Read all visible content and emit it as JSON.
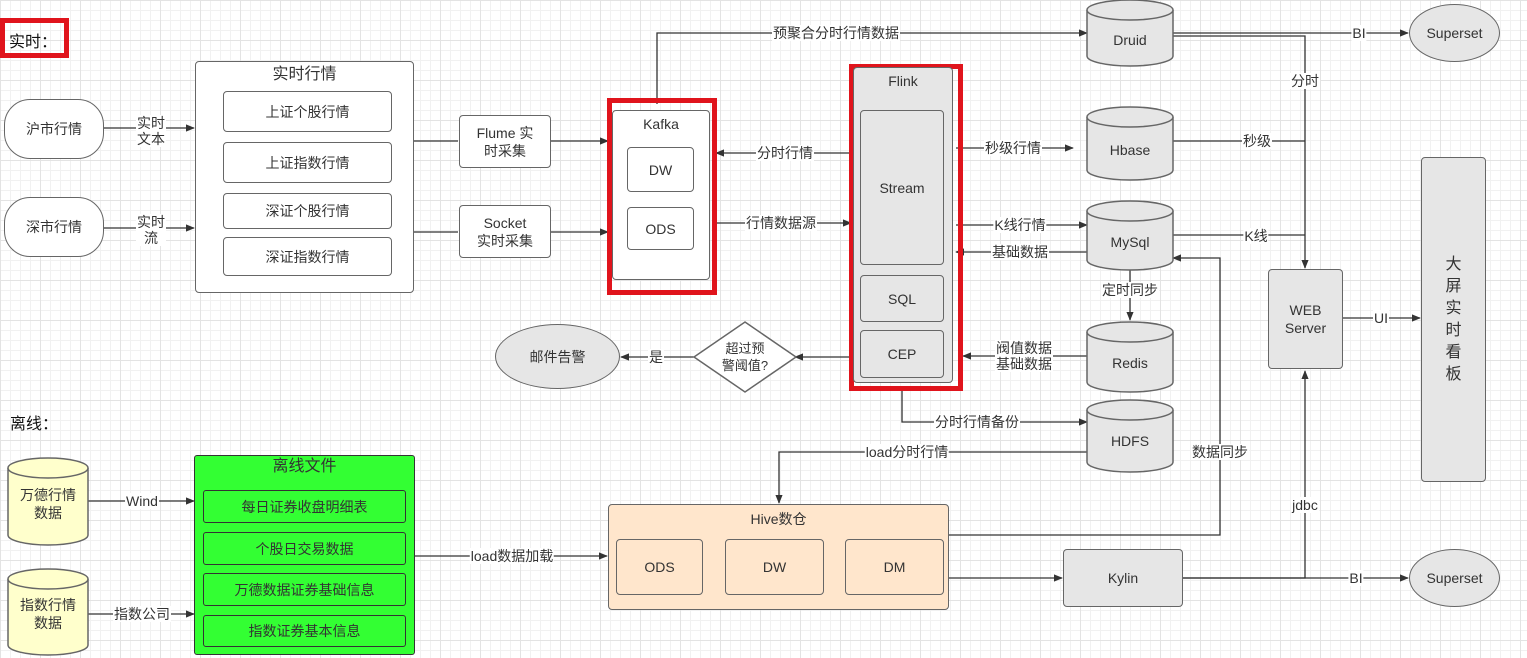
{
  "labels": {
    "realtime": "实时：",
    "offline": "离线："
  },
  "nodes": {
    "sh_market": "沪市行情",
    "sz_market": "深市行情",
    "rt_title": "实时行情",
    "sh_stock": "上证个股行情",
    "sh_index": "上证指数行情",
    "sz_stock": "深证个股行情",
    "sz_index": "深证指数行情",
    "flume": "Flume 实\n时采集",
    "socket": "Socket\n实时采集",
    "kafka": "Kafka",
    "kafka_dw": "DW",
    "kafka_ods": "ODS",
    "flink": "Flink",
    "stream": "Stream",
    "sql": "SQL",
    "cep": "CEP",
    "druid": "Druid",
    "hbase": "Hbase",
    "mysql": "MySql",
    "redis": "Redis",
    "hdfs": "HDFS",
    "superset1": "Superset",
    "superset2": "Superset",
    "web": "WEB\nServer",
    "screen": "大\n屏\n实\n时\n看\n板",
    "decision": "超过预\n警阈值?",
    "email": "邮件告警",
    "wind": "万德行情\n数据",
    "index_data": "指数行情\n数据",
    "offline_title": "离线文件",
    "file1": "每日证券收盘明细表",
    "file2": "个股日交易数据",
    "file3": "万德数据证券基础信息",
    "file4": "指数证券基本信息",
    "hive": "Hive数仓",
    "hive_ods": "ODS",
    "hive_dw": "DW",
    "hive_dm": "DM",
    "kylin": "Kylin"
  },
  "edge_labels": {
    "rt_text": "实时\n文本",
    "rt_stream": "实时\n流",
    "preagg": "预聚合分时行情数据",
    "fenshi_hq": "分时行情",
    "hq_source": "行情数据源",
    "second_hq": "秒级行情",
    "kline_hq": "K线行情",
    "basic_data": "基础数据",
    "timed_sync": "定时同步",
    "threshold": "阀值数据\n基础数据",
    "fenshi_backup": "分时行情备份",
    "load_fenshi": "load分时行情",
    "data_sync": "数据同步",
    "bi1": "BI",
    "bi2": "BI",
    "fenshi": "分时",
    "miaoji": "秒级",
    "kxian": "K线",
    "ui": "UI",
    "jdbc": "jdbc",
    "yes": "是",
    "wind": "Wind",
    "index_company": "指数公司",
    "load_data": "load数据加载"
  }
}
